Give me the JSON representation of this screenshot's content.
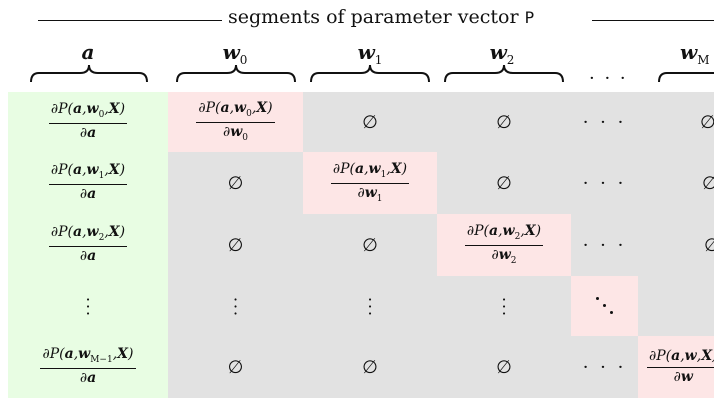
{
  "title": {
    "text": "segments of parameter vector",
    "symbol": "P"
  },
  "segments": [
    {
      "base": "a",
      "sub": ""
    },
    {
      "base": "w",
      "sub": "0"
    },
    {
      "base": "w",
      "sub": "1"
    },
    {
      "base": "w",
      "sub": "2"
    },
    {
      "base": "w",
      "sub": "M"
    }
  ],
  "header_ellipsis": "· · ·",
  "empty_symbol": "∅",
  "ellipsis": "· · ·",
  "column0": [
    {
      "w": "w",
      "sub": "0"
    },
    {
      "w": "w",
      "sub": "1"
    },
    {
      "w": "w",
      "sub": "2"
    },
    {
      "w": "",
      "sub": ""
    },
    {
      "w": "w",
      "sub": "M−1"
    }
  ],
  "diagonal": [
    {
      "w": "w",
      "sub": "0"
    },
    {
      "w": "w",
      "sub": "1"
    },
    {
      "w": "w",
      "sub": "2"
    },
    {
      "w": "w",
      "sub": ""
    }
  ],
  "colors": {
    "first_column": "#e8fde3",
    "diagonal": "#fde6e6",
    "background": "#e2e2e2"
  }
}
